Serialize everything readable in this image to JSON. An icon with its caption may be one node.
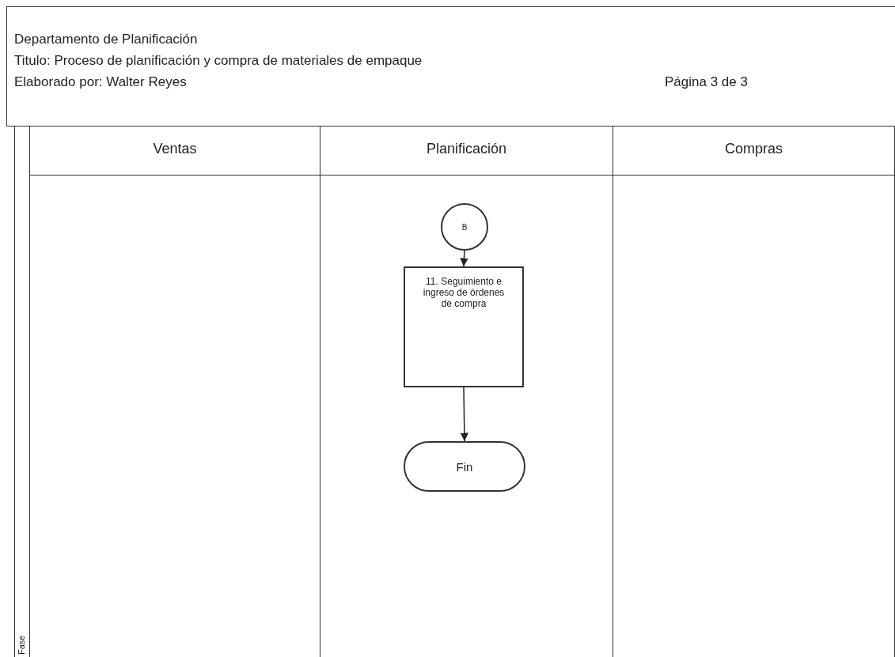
{
  "diagram": {
    "nodes": [
      {
        "text": [
          "Fase"
        ]
      },
      {
        "text": [
          "Ventas"
        ]
      },
      {
        "text": [
          "Planificación"
        ]
      },
      {
        "text": [
          "Compras"
        ]
      },
      {
        "text": [
          "B"
        ],
        "in": 2
      },
      {
        "text": [
          "11. Seguimiento e ingreso de órdenes de compra"
        ],
        "in": 2
      },
      {
        "text": [
          "Fin"
        ],
        "in": 2
      }
    ],
    "edges": [
      {
        "from": 4,
        "to": 5,
        "arrow": "to"
      },
      {
        "from": 5,
        "to": 6,
        "arrow": "to"
      }
    ],
    "labels": [
      "Departamento de Planificación",
      "Titulo: Proceso de planificación y compra de materiales de empaque",
      "Elaborado por: Walter Reyes",
      "Página 3 de 3"
    ]
  }
}
